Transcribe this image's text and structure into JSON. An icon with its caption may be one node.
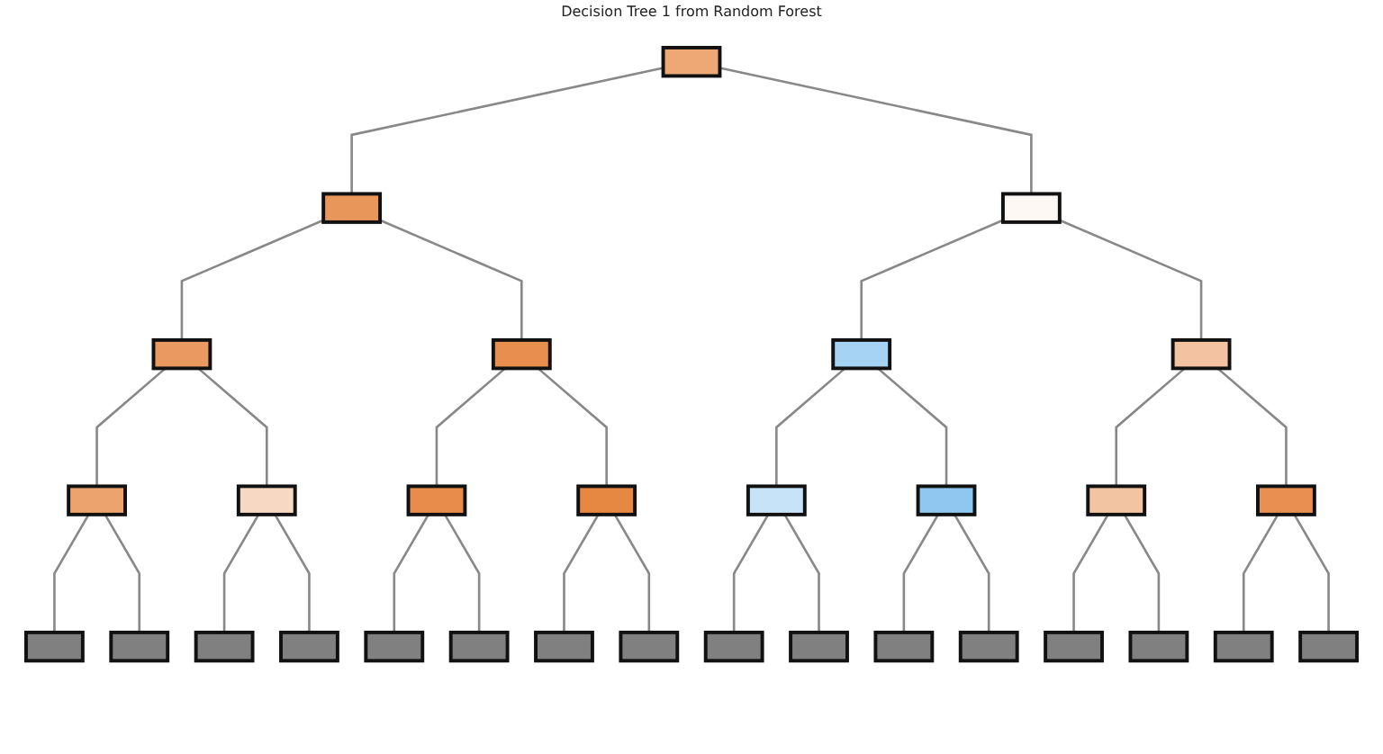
{
  "diagram": {
    "title": "Decision Tree 1 from Random Forest",
    "nodes": [
      {
        "text": [],
        "shape": "box"
      },
      {
        "text": [],
        "shape": "box"
      },
      {
        "text": [],
        "shape": "box"
      },
      {
        "text": [],
        "shape": "box"
      },
      {
        "text": [],
        "shape": "box"
      },
      {
        "text": [],
        "shape": "box"
      },
      {
        "text": [],
        "shape": "box"
      },
      {
        "text": [],
        "shape": "box"
      },
      {
        "text": [],
        "shape": "box"
      },
      {
        "text": [],
        "shape": "box"
      },
      {
        "text": [],
        "shape": "box"
      },
      {
        "text": [],
        "shape": "box"
      },
      {
        "text": [],
        "shape": "box"
      },
      {
        "text": [],
        "shape": "box"
      },
      {
        "text": [],
        "shape": "box"
      },
      {
        "text": [],
        "shape": "box"
      },
      {
        "text": [],
        "shape": "box"
      },
      {
        "text": [],
        "shape": "box"
      },
      {
        "text": [],
        "shape": "box"
      },
      {
        "text": [],
        "shape": "box"
      },
      {
        "text": [],
        "shape": "box"
      },
      {
        "text": [],
        "shape": "box"
      },
      {
        "text": [],
        "shape": "box"
      },
      {
        "text": [],
        "shape": "box"
      },
      {
        "text": [],
        "shape": "box"
      },
      {
        "text": [],
        "shape": "box"
      },
      {
        "text": [],
        "shape": "box"
      },
      {
        "text": [],
        "shape": "box"
      },
      {
        "text": [],
        "shape": "box"
      },
      {
        "text": [],
        "shape": "box"
      },
      {
        "text": [],
        "shape": "box"
      }
    ],
    "edges": [
      {
        "from": 0,
        "to": 1,
        "arrow": "none"
      },
      {
        "from": 0,
        "to": 2,
        "arrow": "none"
      },
      {
        "from": 1,
        "to": 3,
        "arrow": "none"
      },
      {
        "from": 1,
        "to": 4,
        "arrow": "none"
      },
      {
        "from": 2,
        "to": 5,
        "arrow": "none"
      },
      {
        "from": 2,
        "to": 6,
        "arrow": "none"
      },
      {
        "from": 3,
        "to": 7,
        "arrow": "none"
      },
      {
        "from": 3,
        "to": 8,
        "arrow": "none"
      },
      {
        "from": 4,
        "to": 9,
        "arrow": "none"
      },
      {
        "from": 4,
        "to": 10,
        "arrow": "none"
      },
      {
        "from": 5,
        "to": 11,
        "arrow": "none"
      },
      {
        "from": 5,
        "to": 12,
        "arrow": "none"
      },
      {
        "from": 6,
        "to": 13,
        "arrow": "none"
      },
      {
        "from": 6,
        "to": 14,
        "arrow": "none"
      },
      {
        "from": 7,
        "to": 15,
        "arrow": "none"
      },
      {
        "from": 7,
        "to": 16,
        "arrow": "none"
      },
      {
        "from": 8,
        "to": 17,
        "arrow": "none"
      },
      {
        "from": 8,
        "to": 18,
        "arrow": "none"
      },
      {
        "from": 9,
        "to": 19,
        "arrow": "none"
      },
      {
        "from": 9,
        "to": 20,
        "arrow": "none"
      },
      {
        "from": 10,
        "to": 21,
        "arrow": "none"
      },
      {
        "from": 10,
        "to": 22,
        "arrow": "none"
      },
      {
        "from": 11,
        "to": 23,
        "arrow": "none"
      },
      {
        "from": 11,
        "to": 24,
        "arrow": "none"
      },
      {
        "from": 12,
        "to": 25,
        "arrow": "none"
      },
      {
        "from": 12,
        "to": 26,
        "arrow": "none"
      },
      {
        "from": 13,
        "to": 27,
        "arrow": "none"
      },
      {
        "from": 13,
        "to": 28,
        "arrow": "none"
      },
      {
        "from": 14,
        "to": 29,
        "arrow": "none"
      },
      {
        "from": 14,
        "to": 30,
        "arrow": "none"
      }
    ]
  }
}
